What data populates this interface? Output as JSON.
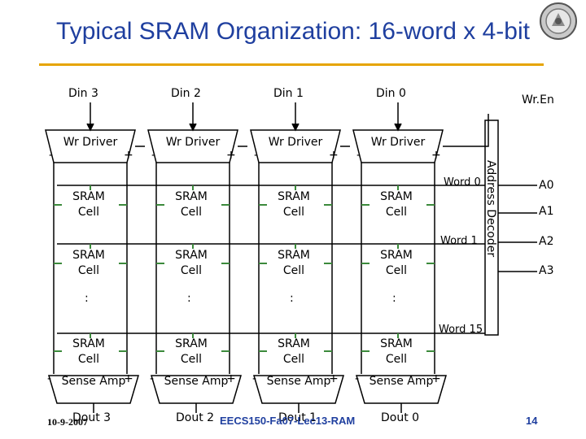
{
  "title": "Typical SRAM Organization: 16-word x 4-bit",
  "din": [
    "Din 3",
    "Din 2",
    "Din 1",
    "Din 0"
  ],
  "wr_en": "Wr.En",
  "wr_driver": "Wr Driver",
  "minus": "-",
  "plus": "+",
  "sram_cell": "SRAM\nCell",
  "ellipsis": ":",
  "sense_amp": "Sense Amp",
  "dout": [
    "Dout 3",
    "Dout 2",
    "Dout 1",
    "Dout 0"
  ],
  "word_lines": [
    "Word 0",
    "Word 1",
    "Word 15"
  ],
  "address_decoder": "Address Decoder",
  "address_bits": [
    "A0",
    "A1",
    "A2",
    "A3"
  ],
  "footer": {
    "date": "10-9-2007",
    "course": "EECS150-Fa07-Lec13-RAM",
    "page": "14"
  }
}
